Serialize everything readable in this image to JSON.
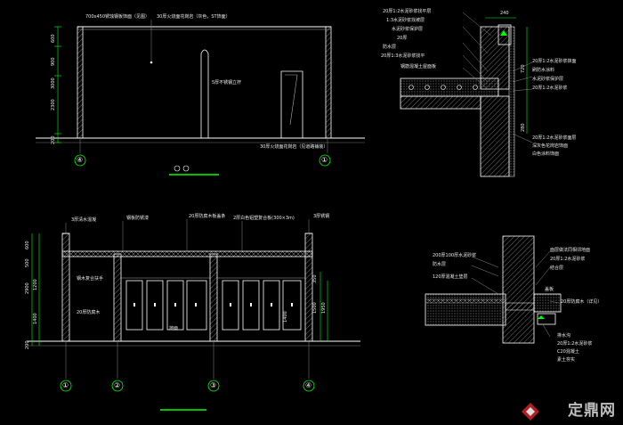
{
  "drawing": {
    "colors": {
      "line": "#ffffff",
      "dim": "#00ff00",
      "hatch": "#cfcfcf",
      "grid": "#777777",
      "accent": "#00c000"
    },
    "elevation_top": {
      "dims_left": [
        "600",
        "900",
        "3000",
        "2300",
        "200"
      ],
      "axis_left": "④",
      "axis_right": "①",
      "callout_top_left": "700x450锈蚀钢板饰面（见图）",
      "callout_top_mid": "30厚火烧面花岗岩（灰色，ST饰面）",
      "callout_mid_right": "5厚不锈钢立杆",
      "callout_bottom": "30厚火烧面花岗岩（见道路铺装）"
    },
    "elevation_bottom": {
      "callouts_top": [
        "3厚清水混凝",
        "钢板防锈漆",
        "20厚防腐木板盖条",
        "2厚白色铝塑复合板(300×3m)",
        "3厚锈钢"
      ],
      "callouts_left": [
        "钢木复合扶手",
        "20厚防腐木"
      ],
      "callout_bottom": "地面",
      "dims_left": [
        "600",
        "500",
        "2900",
        "1200",
        "1400",
        "200"
      ],
      "dims_right": [
        "350",
        "1500",
        "1950",
        "1400"
      ],
      "axes": [
        "①",
        "②",
        "③",
        "④"
      ]
    },
    "detail_top_right": {
      "dim_top": "240",
      "dims_right": [
        "720",
        "280"
      ],
      "notes_left": [
        "20厚1:2水泥砂浆找平层",
        "1:3水泥砂浆找坡层",
        "水泥砂浆保护层",
        "20厚",
        "防水层",
        "20厚1:3水泥砂浆找平",
        "钢筋混凝土屋面板"
      ],
      "notes_right": [
        "20厚1:2水泥砂浆抹面",
        "刷防水涂料",
        "水泥砂浆保护层",
        "20厚1:2水泥砂浆"
      ],
      "notes_bottom": [
        "20厚1:2水泥砂浆面层",
        "深灰色花岗岩饰面",
        "白色涂料饰面"
      ]
    },
    "detail_bottom_right": {
      "notes_left": [
        "200厚100厚水泥砂浆",
        "防水层",
        "120厚混凝土垫层"
      ],
      "notes_right": [
        "面层做法同相邻地面",
        "20厚1:2水泥砂浆",
        "结合层",
        "20厚防腐木（详见）"
      ],
      "notes_bottom": [
        "排水沟",
        "20厚1:2水泥砂浆",
        "C20混凝土",
        "素土夯实"
      ],
      "callout_drain": "盖板"
    },
    "watermark": {
      "text": "定鼎网"
    }
  }
}
